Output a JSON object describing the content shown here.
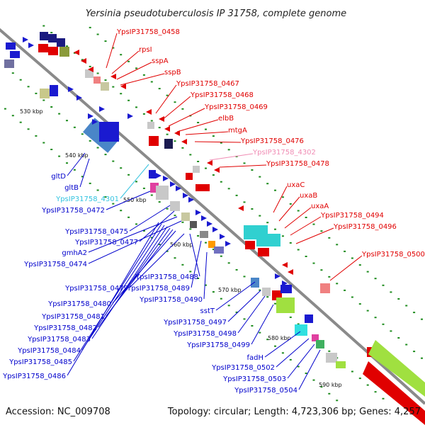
{
  "title": "Yersinia pseudotuberculosis IP 31758, complete genome",
  "accession": "Accession: NC_009708",
  "topology": "Topology: circular; Length: 4,723,306 bp; Genes: 4,257",
  "ticks": [
    "530 kbp",
    "540 kbp",
    "550 kbp",
    "560 kbp",
    "570 kbp",
    "580 kbp",
    "590 kbp"
  ],
  "colors": {
    "forward_label": "#e00000",
    "reverse_label": "#0000cc",
    "rna_label": "#33c3e0",
    "pseudo_label": "#f08cb4",
    "backbone": "#8a8a8a",
    "dots": "#1e8c1e"
  },
  "labels_right": [
    {
      "text": "YpsIP31758_0458",
      "type": "forward"
    },
    {
      "text": "rpsI",
      "type": "forward"
    },
    {
      "text": "sspA",
      "type": "forward"
    },
    {
      "text": "sspB",
      "type": "forward"
    },
    {
      "text": "YpsIP31758_0467",
      "type": "forward"
    },
    {
      "text": "YpsIP31758_0468",
      "type": "forward"
    },
    {
      "text": "YpsIP31758_0469",
      "type": "forward"
    },
    {
      "text": "elbB",
      "type": "forward"
    },
    {
      "text": "mtgA",
      "type": "forward"
    },
    {
      "text": "YpsIP31758_0476",
      "type": "forward"
    },
    {
      "text": "YpsIP31758_4302",
      "type": "pseudo"
    },
    {
      "text": "YpsIP31758_0478",
      "type": "forward"
    },
    {
      "text": "uxaC",
      "type": "forward"
    },
    {
      "text": "uxaB",
      "type": "forward"
    },
    {
      "text": "uxaA",
      "type": "forward"
    },
    {
      "text": "YpsIP31758_0494",
      "type": "forward"
    },
    {
      "text": "YpsIP31758_0496",
      "type": "forward"
    },
    {
      "text": "YpsIP31758_0500",
      "type": "forward"
    }
  ],
  "labels_left": [
    {
      "text": "gltD",
      "type": "reverse"
    },
    {
      "text": "gltB",
      "type": "reverse"
    },
    {
      "text": "YpsIP31758_4301",
      "type": "rna"
    },
    {
      "text": "YpsIP31758_0472",
      "type": "reverse"
    },
    {
      "text": "YpsIP31758_0475",
      "type": "reverse"
    },
    {
      "text": "YpsIP31758_0477",
      "type": "reverse"
    },
    {
      "text": "gmhA2",
      "type": "reverse"
    },
    {
      "text": "YpsIP31758_0474",
      "type": "reverse"
    },
    {
      "text": "YpsIP31758_0488",
      "type": "reverse"
    },
    {
      "text": "YpsIP31758_0479",
      "type": "reverse"
    },
    {
      "text": "YpsIP31758_0489",
      "type": "reverse"
    },
    {
      "text": "YpsIP31758_0490",
      "type": "reverse"
    },
    {
      "text": "YpsIP31758_0480",
      "type": "reverse"
    },
    {
      "text": "YpsIP31758_0481",
      "type": "reverse"
    },
    {
      "text": "YpsIP31758_0482",
      "type": "reverse"
    },
    {
      "text": "YpsIP31758_0483",
      "type": "reverse"
    },
    {
      "text": "YpsIP31758_0484",
      "type": "reverse"
    },
    {
      "text": "YpsIP31758_0485",
      "type": "reverse"
    },
    {
      "text": "YpsIP31758_0486",
      "type": "reverse"
    },
    {
      "text": "sstT",
      "type": "reverse"
    },
    {
      "text": "YpsIP31758_0497",
      "type": "reverse"
    },
    {
      "text": "YpsIP31758_0498",
      "type": "reverse"
    },
    {
      "text": "YpsIP31758_0499",
      "type": "reverse"
    },
    {
      "text": "fadH",
      "type": "reverse"
    },
    {
      "text": "YpsIP31758_0502",
      "type": "reverse"
    },
    {
      "text": "YpsIP31758_0503",
      "type": "reverse"
    },
    {
      "text": "YpsIP31758_0504",
      "type": "reverse"
    }
  ]
}
